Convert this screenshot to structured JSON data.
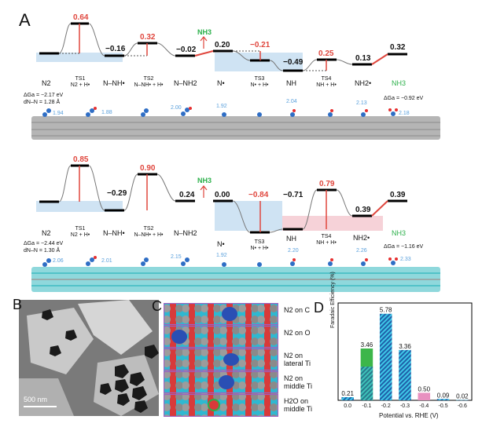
{
  "panel_a": {
    "letter": "A",
    "top": {
      "energies": [
        {
          "text": "0.64",
          "color": "red"
        },
        {
          "text": "−0.16",
          "color": "black"
        },
        {
          "text": "0.32",
          "color": "red"
        },
        {
          "text": "−0.02",
          "color": "black"
        },
        {
          "text": "0.20",
          "color": "black"
        },
        {
          "text": "−0.21",
          "color": "red"
        },
        {
          "text": "−0.49",
          "color": "black"
        },
        {
          "text": "0.25",
          "color": "red"
        },
        {
          "text": "0.13",
          "color": "black"
        },
        {
          "text": "0.32",
          "color": "black"
        }
      ],
      "nh3_mid": "NH3",
      "species": [
        "N2",
        "N–NH•",
        "N–NH2",
        "N•",
        "NH",
        "NH2•",
        "NH3"
      ],
      "ts": [
        {
          "name": "TS1",
          "sub": "N2 + H•"
        },
        {
          "name": "TS2",
          "sub": "N–NH• + H•"
        },
        {
          "name": "TS3",
          "sub": "N• + H•"
        },
        {
          "name": "TS4",
          "sub": "NH + H•"
        }
      ],
      "dg_left": "ΔGa = −2.17 eV",
      "dnn_left": "dN–N = 1.28 Å",
      "dg_right": "ΔGa = −0.92 eV",
      "bond_labels": [
        "1.94",
        "1.88",
        "2.00",
        "1.92",
        "2.04",
        "2.13",
        "2.18"
      ]
    },
    "bottom": {
      "energies": [
        {
          "text": "0.85",
          "color": "red"
        },
        {
          "text": "−0.29",
          "color": "black"
        },
        {
          "text": "0.90",
          "color": "red"
        },
        {
          "text": "0.24",
          "color": "black"
        },
        {
          "text": "0.00",
          "color": "black"
        },
        {
          "text": "−0.84",
          "color": "red"
        },
        {
          "text": "−0.71",
          "color": "black"
        },
        {
          "text": "0.79",
          "color": "red"
        },
        {
          "text": "0.39",
          "color": "black"
        },
        {
          "text": "0.39",
          "color": "black"
        }
      ],
      "nh3_mid": "NH3",
      "species": [
        "N2",
        "N–NH•",
        "N–NH2",
        "N•",
        "NH",
        "NH2•",
        "NH3"
      ],
      "ts": [
        {
          "name": "TS1",
          "sub": "N2 + H•"
        },
        {
          "name": "TS2",
          "sub": "N–NH• + H•"
        },
        {
          "name": "TS3",
          "sub": "N• + H•"
        },
        {
          "name": "TS4",
          "sub": "NH + H•"
        }
      ],
      "dg_left": "ΔGa = −2.44 eV",
      "dnn_left": "dN–N = 1.30 Å",
      "dg_right": "ΔGa = −1.16 eV",
      "bond_labels": [
        "2.06",
        "2.01",
        "2.15",
        "1.92",
        "2.20",
        "2.26",
        "2.33"
      ]
    }
  },
  "panel_b": {
    "letter": "B",
    "scale": "500 nm"
  },
  "panel_c": {
    "letter": "C",
    "rows": [
      {
        "l1": "N2 on C",
        "l2": ""
      },
      {
        "l1": "N2 on O",
        "l2": ""
      },
      {
        "l1": "N2 on",
        "l2": "lateral Ti"
      },
      {
        "l1": "N2 on",
        "l2": "middle Ti"
      },
      {
        "l1": "H2O on",
        "l2": "middle Ti"
      }
    ]
  },
  "panel_d": {
    "letter": "D",
    "colors": {
      "bar_light": "#3ec8e8",
      "bar_dark": "#1f5fa8",
      "bar_green": "#3cb64a",
      "bar_pink": "#e891c0"
    },
    "chart_data": {
      "type": "bar",
      "categories": [
        "0.0",
        "-0.1",
        "-0.2",
        "-0.3",
        "-0.4",
        "-0.5",
        "-0.6"
      ],
      "values": [
        0.21,
        3.46,
        5.78,
        3.36,
        0.5,
        0.09,
        0.02
      ],
      "value_labels": [
        "0.21",
        "3.46",
        "5.78",
        "3.36",
        "0.50",
        "0.09",
        "0.02"
      ],
      "xlabel": "Potential vs. RHE (V)",
      "ylabel": "Faradaic Efficiency (%)",
      "ylim": [
        0,
        6.5
      ]
    }
  }
}
